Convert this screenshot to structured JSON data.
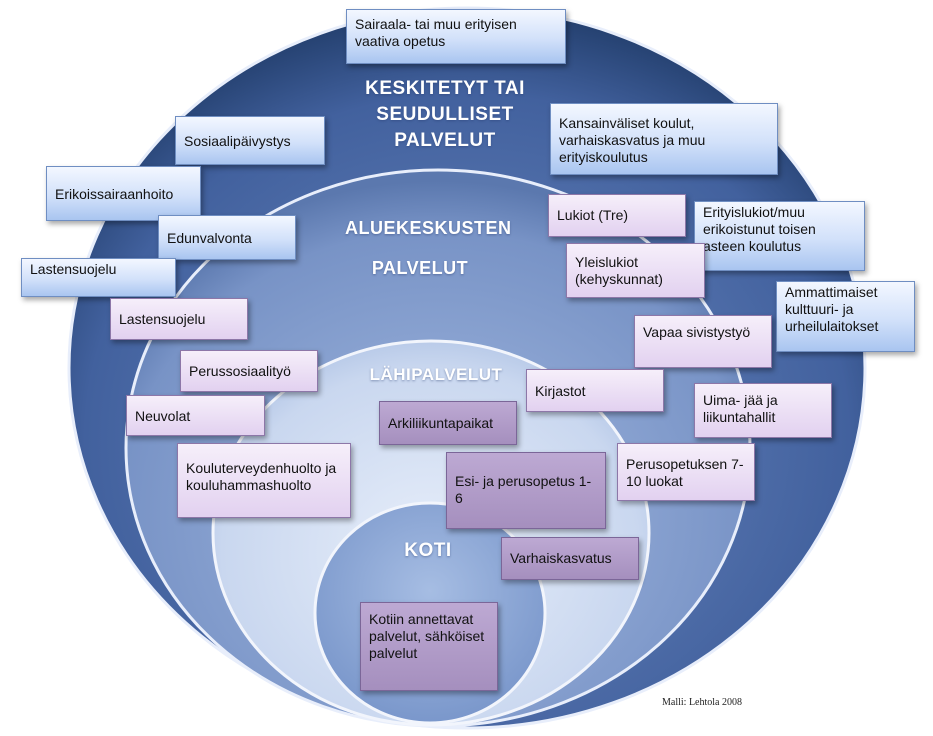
{
  "layers": {
    "outer": "KESKITETYT TAI SEUDULLISET PALVELUT",
    "regional": "ALUEKESKUSTEN PALVELUT",
    "local": "LÄHIPALVELUT",
    "home": "KOTI"
  },
  "services": {
    "sairaala_opetus": "Sairaala- tai muu erityisen vaativa opetus",
    "sosiaalipaivystys": "Sosiaalipäivystys",
    "kansainvaliset": "Kansainväliset koulut, varhaiskasvatus ja muu erityiskoulutus",
    "erikoissairaanhoito": "Erikoissairaanhoito",
    "edunvalvonta": "Edunvalvonta",
    "lastensuojelu_outer": "Lastensuojelu",
    "lukiot_tre": "Lukiot (Tre)",
    "erityislukiot": "Erityislukiot/muu erikoistunut toisen asteen koulutus",
    "yleislukiot": "Yleislukiot (kehyskunnat)",
    "ammattimaiset": "Ammattimaiset kulttuuri- ja urheilulaitokset",
    "lastensuojelu_regional": "Lastensuojelu",
    "perussosiaalityo": "Perussosiaalityö",
    "vapaa_sivistystyo": "Vapaa sivistystyö",
    "kirjastot": "Kirjastot",
    "uima": "Uima- jää ja liikuntahallit",
    "neuvolat": "Neuvolat",
    "arkiliikunta": "Arkiliikuntapaikat",
    "kouluterveydenhuolto": "Kouluterveydenhuolto ja kouluhammashuolto",
    "esi_perusopetus": "Esi- ja perusopetus 1-6",
    "perusopetuksen": "Perusopetuksen 7-10 luokat",
    "varhaiskasvatus": "Varhaiskasvatus",
    "kotiin": "Kotiin annettavat palvelut, sähköiset palvelut"
  },
  "credit": "Malli: Lehtola 2008",
  "colors": {
    "outer_ring": "#2f4f8c",
    "regional_ring": "#7390c2",
    "local_ring": "#c4d4ee",
    "home_circle": "#8aa6d6"
  }
}
